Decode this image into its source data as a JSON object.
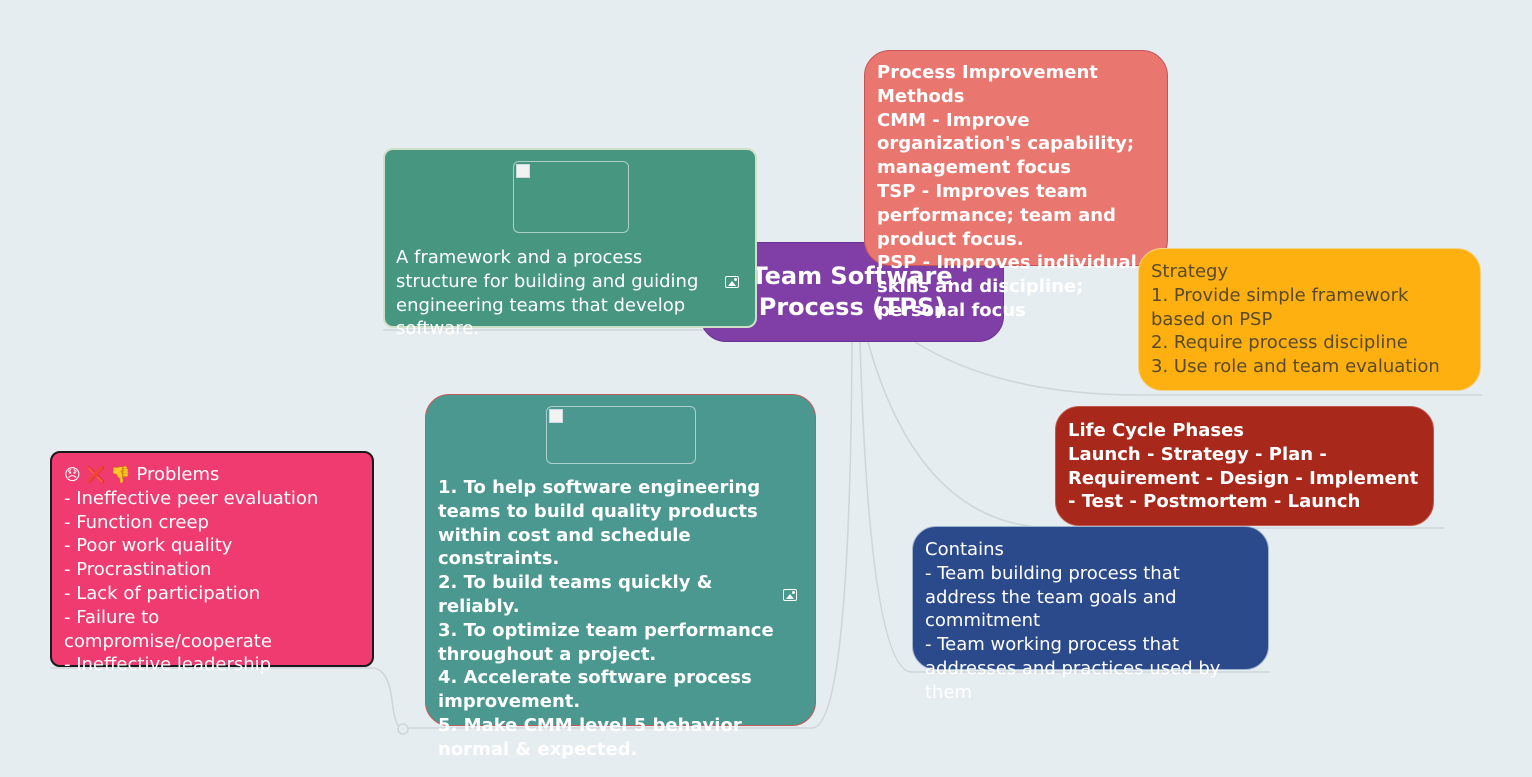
{
  "central": {
    "title": "Team Software Process (TPS)"
  },
  "nodes": {
    "framework": {
      "text": "A framework and a process structure for building and guiding engineering teams that develop software.",
      "icon": "image-icon"
    },
    "methods": {
      "lines": [
        "Process Improvement Methods",
        "CMM - Improve organization's capability; management focus",
        "TSP - Improves team performance; team and product focus.",
        "PSP - Improves individual skills and discipline; personal focus"
      ]
    },
    "strategy": {
      "lines": [
        "Strategy",
        "1. Provide simple framework based on PSP",
        "2. Require process discipline",
        "3. Use role and team evaluation"
      ]
    },
    "lifecycle": {
      "lines": [
        "Life Cycle Phases",
        "Launch - Strategy - Plan - Requirement - Design - Implement - Test - Postmortem - Launch"
      ]
    },
    "contains": {
      "lines": [
        "Contains",
        "- Team building process that address the team goals and commitment",
        "- Team working process that addresses and practices used by them"
      ]
    },
    "goals": {
      "lines": [
        "1. To help software engineering teams to build quality products within cost and schedule constraints.",
        "2. To build teams quickly & reliably.",
        "3. To optimize team performance throughout a project.",
        "4. Accelerate software process improvement.",
        "5. Make CMM level 5 behavior normal & expected."
      ],
      "icon": "image-icon"
    },
    "problems": {
      "emoji": "😞 ❌ 👎",
      "lines": [
        "Problems",
        "- Ineffective peer evaluation",
        "- Function creep",
        "- Poor work quality",
        "- Procrastination",
        "- Lack of participation",
        "- Failure to compromise/cooperate",
        "- Ineffective leadership"
      ]
    }
  },
  "colors": {
    "background": "#e6edf0",
    "central": "#7f3fa6",
    "framework": "#479780",
    "methods": "#e9776f",
    "strategy": "#fdb00f",
    "lifecycle": "#a8291b",
    "contains": "#2b4a8b",
    "goals": "#4a9890",
    "problems": "#ef3b70",
    "connector": "#cfd6da"
  }
}
